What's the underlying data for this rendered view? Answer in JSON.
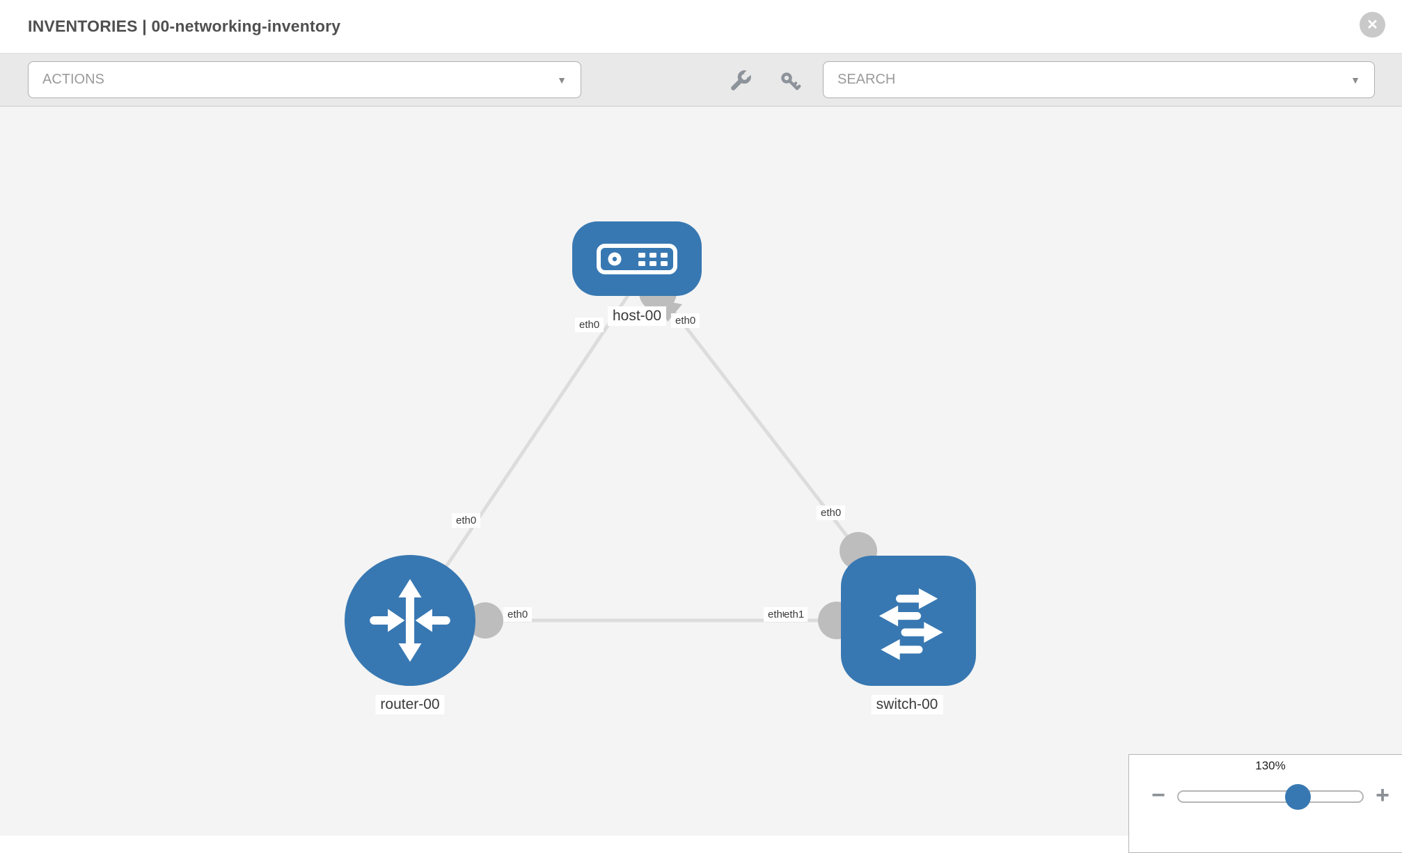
{
  "header": {
    "title": "INVENTORIES | 00-networking-inventory",
    "close_icon": "x-circle",
    "close_glyph": "✕"
  },
  "toolbar": {
    "actions_label": "ACTIONS",
    "search_placeholder": "SEARCH",
    "caret_glyph": "▼",
    "icons": [
      "wrench",
      "key"
    ]
  },
  "canvas": {
    "nodes": [
      {
        "label": "host-00",
        "type": "host"
      },
      {
        "label": "router-00",
        "type": "router"
      },
      {
        "label": "switch-00",
        "type": "switch"
      }
    ],
    "links": [
      {
        "from": "host-00",
        "from_iface": "eth0",
        "to": "router-00",
        "to_iface": "eth0"
      },
      {
        "from": "host-00",
        "from_iface": "eth0",
        "to": "switch-00",
        "to_iface": "eth0"
      },
      {
        "from": "router-00",
        "from_iface": "eth0",
        "to": "switch-00",
        "to_iface": "eth1"
      }
    ]
  },
  "zoom": {
    "level": "130%",
    "minus": "−",
    "plus": "+"
  },
  "colors": {
    "node_blue": "#3878b2",
    "link_gray": "#dcdcdc",
    "connector_gray": "#bdbdbd",
    "canvas_bg": "#f4f4f4"
  }
}
